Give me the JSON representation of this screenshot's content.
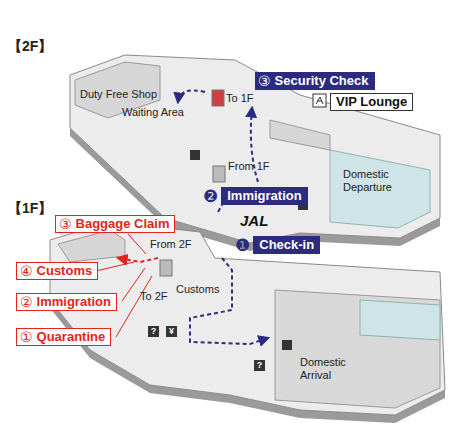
{
  "diagram": {
    "nodes": [
      {
        "text": [
          "③",
          "Security Check"
        ]
      },
      {
        "text": [
          "VIP Lounge"
        ]
      },
      {
        "text": [
          "❷",
          "Immigration"
        ]
      },
      {
        "text": [
          "③",
          "Baggage Claim"
        ]
      },
      {
        "text": [
          "❶",
          "Check-in"
        ]
      },
      {
        "text": [
          "④",
          "Customs"
        ]
      },
      {
        "text": [
          "②",
          "Immigration"
        ]
      },
      {
        "text": [
          "①",
          "Quarantine"
        ]
      }
    ],
    "labels": [
      "【2F】",
      "Duty Free Shop",
      "Waiting Area",
      "To 1F",
      "From 1F",
      "Domestic Departure",
      "【1F】",
      "JAL",
      "From 2F",
      "To 2F",
      "Customs",
      "?",
      "¥",
      "?",
      "Domestic Arrival"
    ]
  }
}
